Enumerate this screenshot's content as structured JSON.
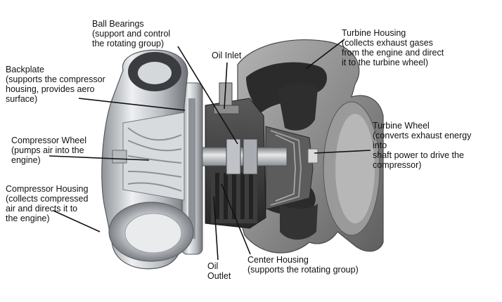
{
  "labels": {
    "ball_bearings": {
      "title": "Ball Bearings",
      "desc": [
        "(support and control",
        "the rotating group)"
      ]
    },
    "oil_inlet": {
      "title": "Oil Inlet"
    },
    "turbine_housing": {
      "title": "Turbine Housing",
      "desc": [
        "(collects exhaust gases",
        "from the engine and direct",
        "it to the turbine wheel)"
      ]
    },
    "backplate": {
      "title": "Backplate",
      "desc": [
        "(supports the compressor",
        "housing,  provides aero",
        "surface)"
      ]
    },
    "compressor_wheel": {
      "title": "Compressor Wheel",
      "desc": [
        "(pumps air into the",
        "engine)"
      ]
    },
    "turbine_wheel": {
      "title": "Turbine Wheel",
      "desc": [
        "(converts exhaust energy",
        "into",
        "shaft power to drive the",
        "compressor)"
      ]
    },
    "compressor_housing": {
      "title": "Compressor Housing",
      "desc": [
        "(collects compressed",
        "air and directs it to",
        "the engine)"
      ]
    },
    "oil_outlet": {
      "title": "Oil",
      "title2": "Outlet"
    },
    "center_housing": {
      "title": "Center Housing",
      "desc": [
        "(supports the rotating group)"
      ]
    }
  },
  "colors": {
    "leader": "#111111",
    "polished_metal": "#c9ccd0",
    "cast_iron": "#8f8f8f",
    "dark_cast": "#3a3a3a"
  }
}
